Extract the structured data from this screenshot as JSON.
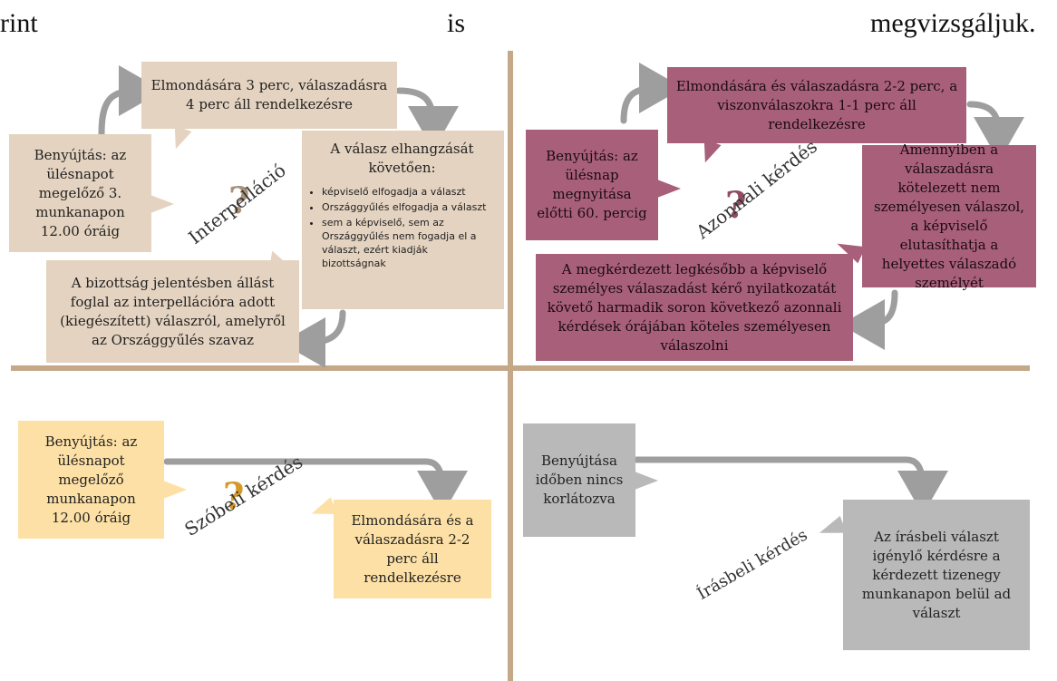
{
  "top_line": {
    "left": "rint",
    "middle": "is",
    "right": "megvizsgáljuk."
  },
  "colors": {
    "tan": "#e4d3c0",
    "rose": "#a8607a",
    "yellow": "#fde0a5",
    "gray": "#b9b9b9",
    "divider": "#c4a888",
    "arrow": "#9e9e9e"
  },
  "interpellacio": {
    "label": "Interpelláció",
    "submit": "Benyújtás: az ülésnapot megelőző 3. munkanapon 12.00 óráig",
    "speech": "Elmondására 3 perc, válaszadásra 4 perc áll rendelkezésre",
    "after_head": "A válasz elhangzását követően:",
    "after_items": [
      "képviselő elfogadja a választ",
      "Országgyűlés elfogadja a választ",
      "sem a képviselő, sem az Országgyűlés nem fogadja el a választ, ezért kiadják bizottságnak"
    ],
    "committee": "A bizottság jelentésben állást foglal az interpellációra adott (kiegészített) válaszról, amelyről az Országgyűlés szavaz"
  },
  "azonnali": {
    "label": "Azonnali kérdés",
    "submit": "Benyújtás: az ülésnap megnyitása előtti 60. percig",
    "speech": "Elmondására és válaszadásra 2-2 perc, a viszonválaszokra 1-1 perc áll rendelkezésre",
    "reject": "Amennyiben a válaszadásra kötelezett nem személyesen válaszol, a képviselő elutasíthatja a helyettes válaszadó személyét",
    "personal": "A megkérdezett legkésőbb a képviselő személyes válaszadást kérő nyilatkozatát követő harmadik soron következő azonnali kérdések órájában köteles személyesen válaszolni"
  },
  "szobeli": {
    "label": "Szóbeli kérdés",
    "submit": "Benyújtás: az ülésnapot megelőző munkanapon 12.00 óráig",
    "speech": "Elmondására és a válaszadásra 2-2 perc áll rendelkezésre"
  },
  "irasbeli": {
    "label": "Írásbeli kérdés",
    "submit": "Benyújtása időben nincs korlátozva",
    "answer": "Az írásbeli választ igénylő kérdésre a kérdezett tizenegy munkanapon belül ad választ"
  }
}
